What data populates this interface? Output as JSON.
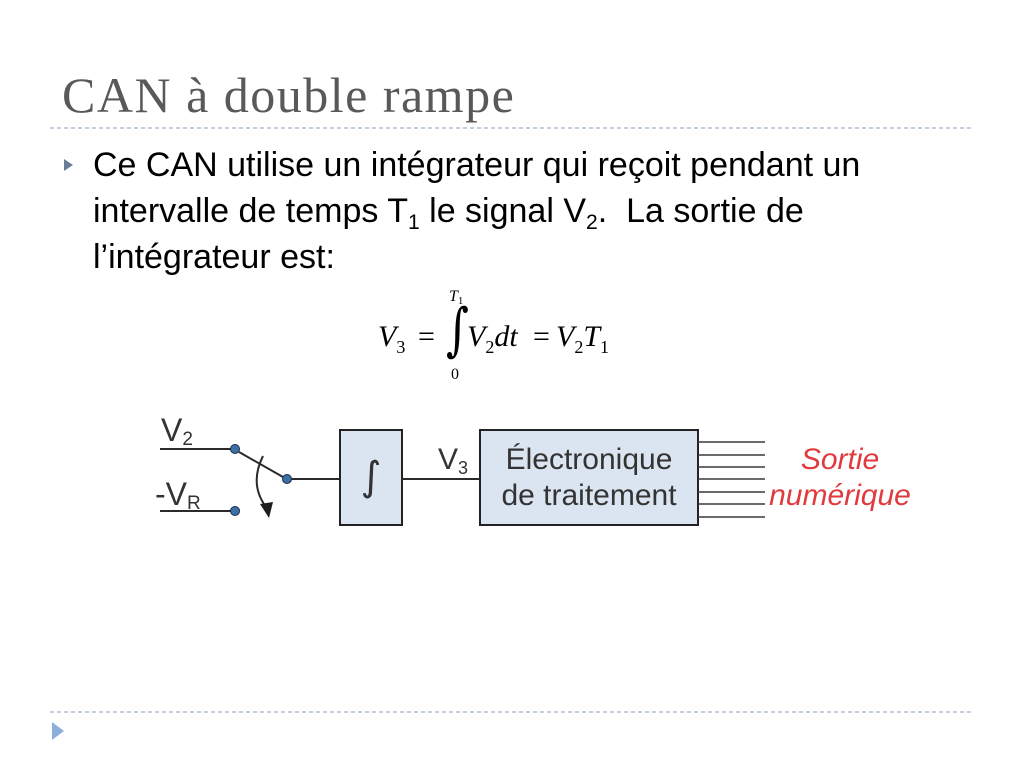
{
  "slide": {
    "title": "CAN à double rampe",
    "bullet": {
      "line1": "Ce CAN utilise un intégrateur qui reçoit pendant un",
      "line2": {
        "text_a": "intervalle de temps T",
        "sub_a": "1",
        "text_b": " le signal V",
        "sub_b": "2",
        "text_c": ".  La sortie de"
      },
      "line3": "l’intégrateur est:"
    },
    "formula": {
      "lhs": {
        "base": "V",
        "sub": "3"
      },
      "eq1": "=",
      "integral": {
        "symbol": "∫",
        "upper": {
          "base": "T",
          "sub": "1"
        },
        "lower": "0"
      },
      "integrand": {
        "base": "V",
        "sub": "2",
        "differential": "dt"
      },
      "eq2": "=",
      "rhs": [
        {
          "base": "V",
          "sub": "2"
        },
        {
          "base": "T",
          "sub": "1"
        }
      ]
    },
    "diagram": {
      "inputs": [
        {
          "base": "V",
          "sub": "2"
        },
        {
          "base": "-V",
          "sub": "R"
        }
      ],
      "integrator": {
        "symbol": "∫"
      },
      "integrator_output": {
        "base": "V",
        "sub": "3"
      },
      "processing_block": {
        "line1": "Électronique",
        "line2": "de traitement"
      },
      "output_label": {
        "line1": "Sortie",
        "line2": "numérique"
      }
    }
  },
  "icons": {
    "bullet": "triangle-right-icon",
    "footer_nav": "triangle-right-icon"
  },
  "colors": {
    "title": "#595959",
    "body_text": "#000000",
    "bullet": "#6b7d95",
    "divider": "#b0bfd2",
    "block_fill": "#dbe5f1",
    "block_stroke": "#222222",
    "terminal_dot": "#3c6fa8",
    "output_label": "#e0393e",
    "nav_arrow": "#8eaedb"
  }
}
